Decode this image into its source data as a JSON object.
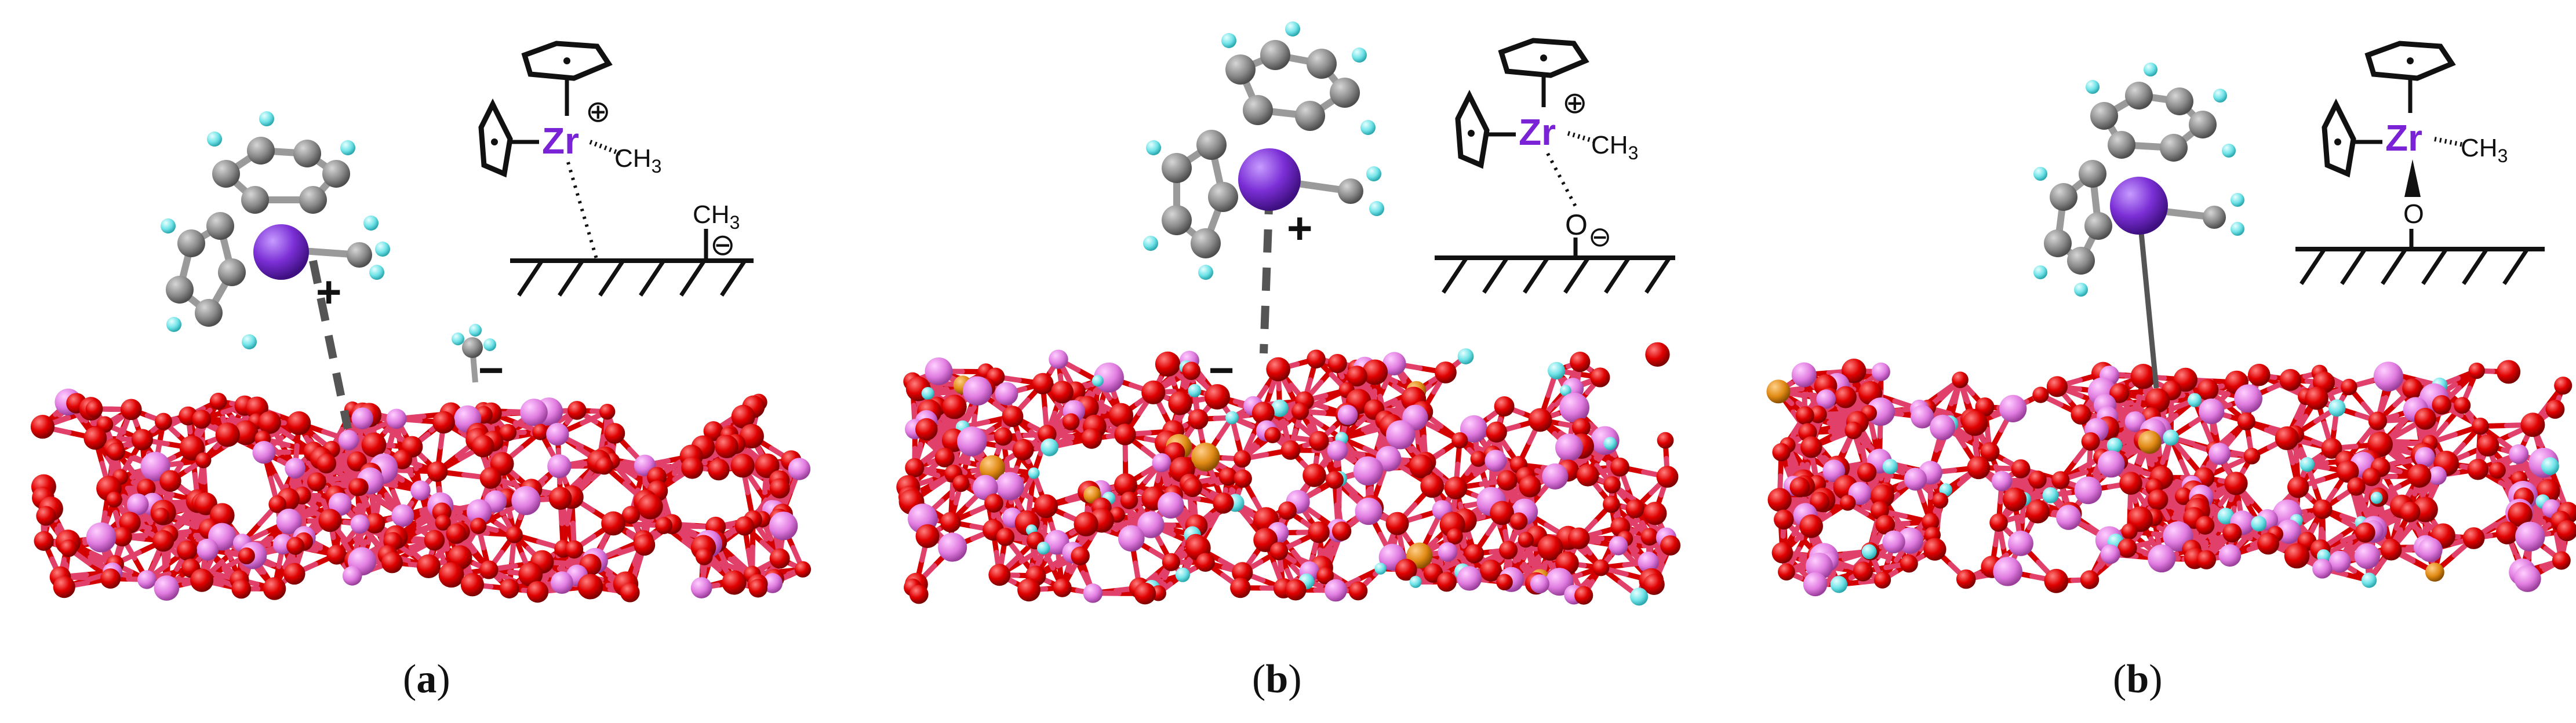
{
  "panels": [
    {
      "label": "a",
      "scheme": {
        "metal": "Zr",
        "ligand": "CH",
        "ligand_sub": "3",
        "surface_group": "CH",
        "surface_group_sub": "3",
        "surface_charge": "⊖",
        "cation_charge": "⊕"
      },
      "model_charges": {
        "cation": "+",
        "anion": "−"
      }
    },
    {
      "label": "b",
      "scheme": {
        "metal": "Zr",
        "ligand": "CH",
        "ligand_sub": "3",
        "surface_group": "O",
        "surface_charge": "⊖",
        "cation_charge": "⊕"
      },
      "model_charges": {
        "cation": "+",
        "anion": "−"
      }
    },
    {
      "label": "b",
      "scheme": {
        "metal": "Zr",
        "ligand": "CH",
        "ligand_sub": "3",
        "surface_group": "O"
      }
    }
  ],
  "colors": {
    "zirconium": "#7b2fd6",
    "carbon": "#8a8a8a",
    "hydrogen": "#6fe3e8",
    "oxygen": "#e00000",
    "aluminum": "#e07be0",
    "phosphorus": "#e08a14",
    "bond": "#e0406a"
  }
}
